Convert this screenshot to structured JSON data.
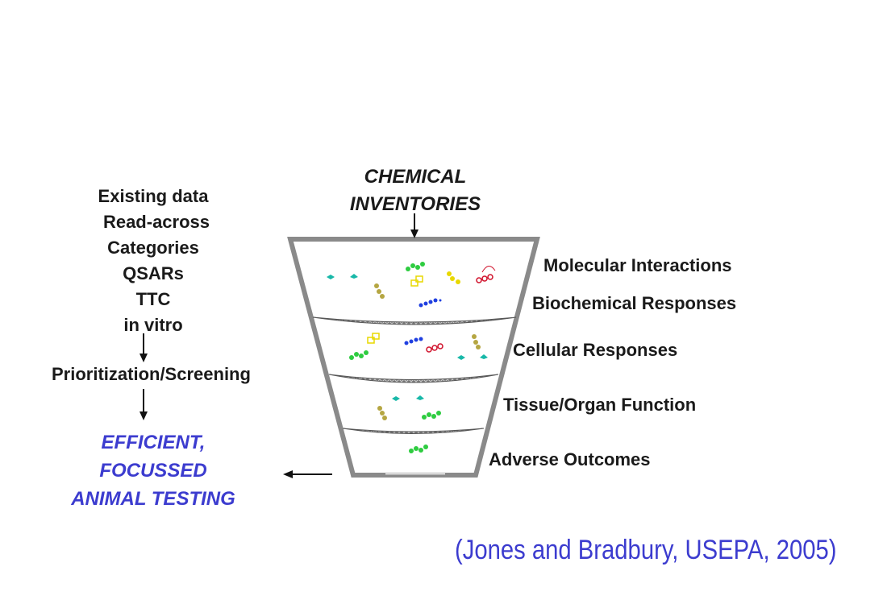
{
  "left_column": {
    "methods": [
      "Existing data",
      "Read-across",
      "Categories",
      "QSARs",
      "TTC",
      "in vitro"
    ],
    "prioritization": "Prioritization/Screening",
    "outcome_lines": [
      "EFFICIENT,",
      "FOCUSSED",
      "ANIMAL TESTING"
    ]
  },
  "funnel": {
    "input_lines": [
      "CHEMICAL",
      "INVENTORIES"
    ],
    "levels": [
      "Molecular Interactions",
      "Biochemical Responses",
      "Cellular Responses",
      "Tissue/Organ Function",
      "Adverse Outcomes"
    ]
  },
  "citation": "(Jones and Bradbury, USEPA, 2005)",
  "colors": {
    "outcome_text": "#3c3ccf",
    "citation_text": "#3c3ccf",
    "funnel_outline": "#8a8a8a"
  }
}
